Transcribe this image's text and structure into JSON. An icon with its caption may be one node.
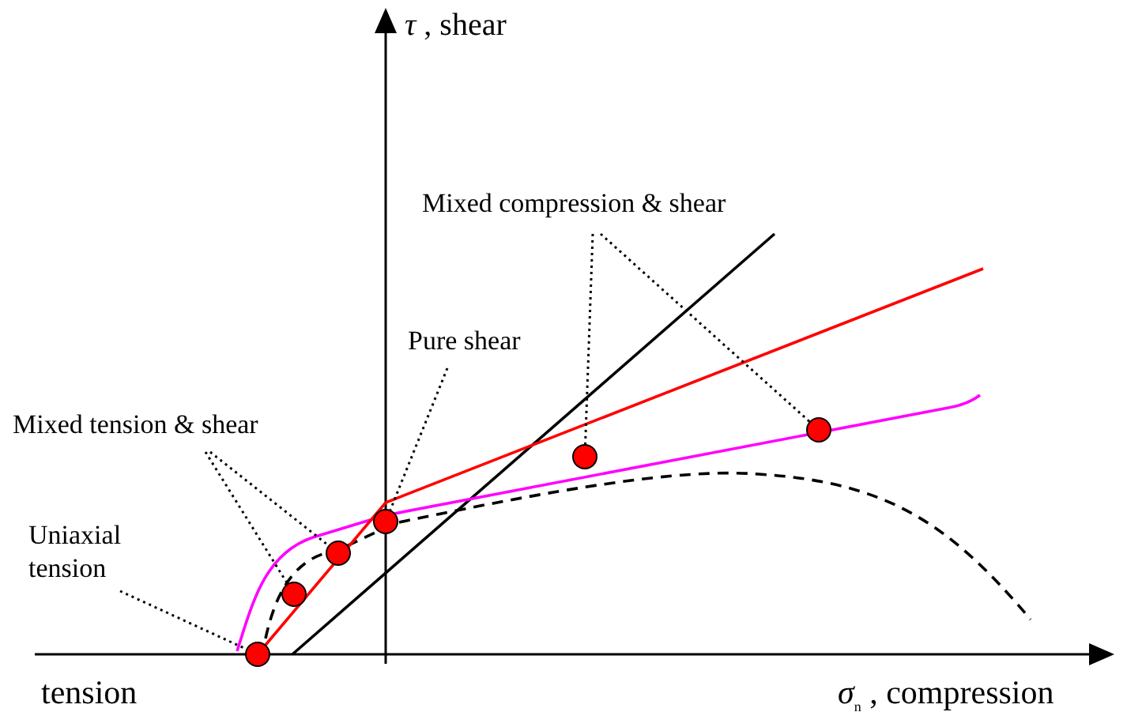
{
  "diagram": {
    "nodes": [
      {
        "text": [
          "Mixed compression & shear"
        ]
      },
      {
        "text": [
          "Pure shear"
        ]
      },
      {
        "text": [
          "Mixed tension & shear"
        ]
      },
      {
        "text": [
          "Uniaxial tension"
        ]
      },
      {
        "text": [],
        "shape": "circle"
      },
      {
        "text": [],
        "shape": "circle"
      },
      {
        "text": [],
        "shape": "circle"
      },
      {
        "text": [],
        "shape": "circle"
      },
      {
        "text": [],
        "shape": "circle"
      },
      {
        "text": [],
        "shape": "circle"
      }
    ],
    "edges": [
      {
        "from": 0,
        "to": 8,
        "arrow": "none"
      },
      {
        "from": 0,
        "to": 9,
        "arrow": "none"
      },
      {
        "from": 1,
        "to": 7,
        "arrow": "none"
      },
      {
        "from": 2,
        "to": 5,
        "arrow": "none"
      },
      {
        "from": 2,
        "to": 6,
        "arrow": "none"
      },
      {
        "from": 3,
        "to": 4,
        "arrow": "none"
      }
    ],
    "labels": [
      "*τ* , shear",
      "tension",
      "*σ*$_{n}$ , compression"
    ]
  }
}
